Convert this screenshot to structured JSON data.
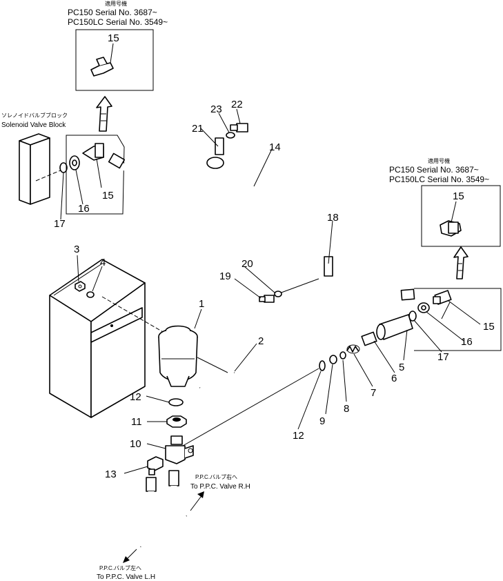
{
  "inset_top": {
    "title_jp": "適用号機",
    "lines": [
      "PC150     Serial No. 3687~",
      "PC150LC Serial No. 3549~"
    ],
    "part": "15"
  },
  "inset_right": {
    "title_jp": "適用号機",
    "lines": [
      "PC150     Serial No. 3687~",
      "PC150LC Serial No. 3549~"
    ],
    "part": "15"
  },
  "solenoid": {
    "label_jp": "ソレノイドバルブブロック",
    "label_en": "Solenoid Valve Block"
  },
  "ppc_rh": {
    "label_jp": "P.P.C.バルブ右へ",
    "label_en": "To P.P.C. Valve R.H"
  },
  "ppc_lh": {
    "label_jp": "P.P.C.バルブ左へ",
    "label_en": "To P.P.C. Valve L.H"
  },
  "callouts": {
    "c1": "1",
    "c2": "2",
    "c3": "3",
    "c4": "4",
    "c5": "5",
    "c6": "6",
    "c7": "7",
    "c8": "8",
    "c9": "9",
    "c10": "10",
    "c11": "11",
    "c12a": "12",
    "c12b": "12",
    "c13": "13",
    "c14": "14",
    "c15a": "15",
    "c15b": "15",
    "c16a": "16",
    "c16b": "16",
    "c17a": "17",
    "c17b": "17",
    "c18": "18",
    "c19": "19",
    "c20": "20",
    "c21": "21",
    "c22": "22",
    "c23": "23"
  }
}
